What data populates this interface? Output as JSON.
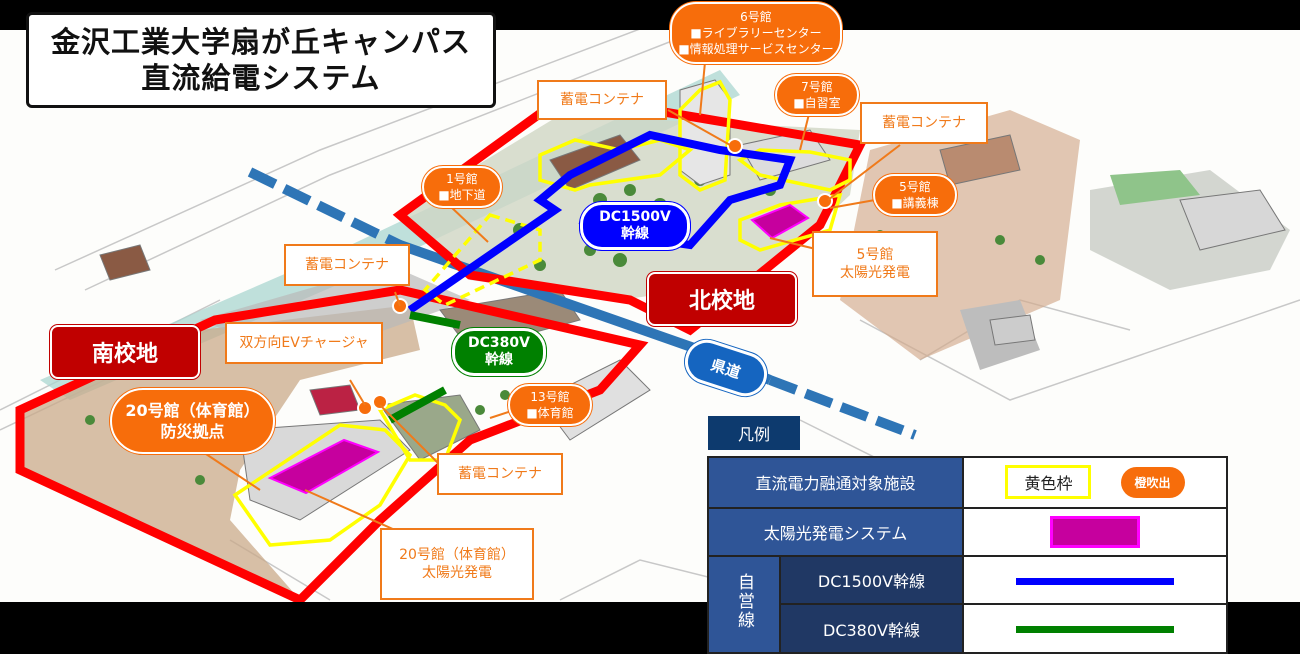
{
  "title": {
    "line1": "金沢工業大学扇が丘キャンパス",
    "line2": "直流給電システム"
  },
  "colors": {
    "campus_boundary": "#ff0000",
    "dc1500_trunk": "#0000ff",
    "dc380_trunk": "#008000",
    "target_facility_frame": "#ffff00",
    "solar_system": "#c6009e",
    "bubble_orange": "#f76d0b",
    "campus_label": "#c00000",
    "prefectural_road": "#2e75b6",
    "legend_header": "#0d3a6e",
    "legend_cell": "#2f5597"
  },
  "bubbles": {
    "bldg6": {
      "name": "6号館",
      "items": [
        "■ライブラリーセンター",
        "■情報処理サービスセンター"
      ]
    },
    "bldg7": {
      "name": "7号館",
      "items": [
        "■自習室"
      ]
    },
    "bldg1": {
      "name": "1号館",
      "items": [
        "■地下道"
      ]
    },
    "bldg5": {
      "name": "5号館",
      "items": [
        "■講義棟"
      ]
    },
    "bldg13": {
      "name": "13号館",
      "items": [
        "■体育館"
      ]
    },
    "bldg20": {
      "name": "20号館（体育館）",
      "items": [
        "防災拠点"
      ]
    }
  },
  "callouts": {
    "storage_north_left": "蓄電コンテナ",
    "storage_north_right": "蓄電コンテナ",
    "storage_center": "蓄電コンテナ",
    "storage_south": "蓄電コンテナ",
    "ev_charger": "双方向EVチャージャ",
    "solar_bldg5": {
      "line1": "5号館",
      "line2": "太陽光発電"
    },
    "solar_bldg20": {
      "line1": "20号館（体育館）",
      "line2": "太陽光発電"
    }
  },
  "campus_labels": {
    "north": "北校地",
    "south": "南校地"
  },
  "trunks": {
    "dc1500": {
      "line1": "DC1500V",
      "line2": "幹線"
    },
    "dc380": {
      "line1": "DC380V",
      "line2": "幹線"
    }
  },
  "road_label": "県道",
  "legend": {
    "title": "凡例",
    "rows": [
      {
        "label": "直流電力融通対象施設",
        "sample_frame": "黄色枠",
        "sample_pill": "橙吹出"
      },
      {
        "label": "太陽光発電システム"
      }
    ],
    "self_line_group": "自営線",
    "lines": [
      {
        "label": "DC1500V幹線",
        "color": "#0000ff"
      },
      {
        "label": "DC380V幹線",
        "color": "#008000"
      }
    ]
  }
}
